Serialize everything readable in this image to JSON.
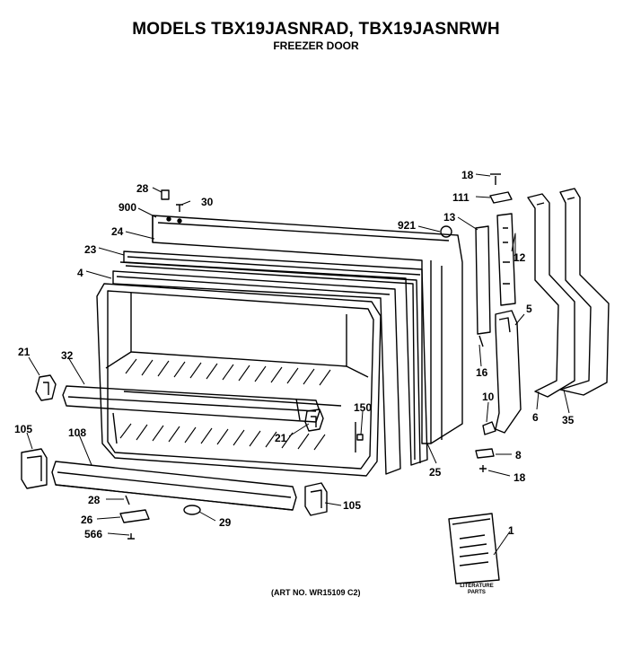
{
  "header": {
    "title": "MODELS TBX19JASNRAD, TBX19JASNRWH",
    "subtitle": "FREEZER DOOR"
  },
  "footer": {
    "art_no": "(ART NO. WR15109 C2)",
    "literature_line1": "LITERATURE",
    "literature_line2": "PARTS"
  },
  "callouts": [
    {
      "id": "c-18-top",
      "label": "18"
    },
    {
      "id": "c-111",
      "label": "111"
    },
    {
      "id": "c-28-top",
      "label": "28"
    },
    {
      "id": "c-30",
      "label": "30"
    },
    {
      "id": "c-900",
      "label": "900"
    },
    {
      "id": "c-921",
      "label": "921"
    },
    {
      "id": "c-13",
      "label": "13"
    },
    {
      "id": "c-24",
      "label": "24"
    },
    {
      "id": "c-12",
      "label": "12"
    },
    {
      "id": "c-23",
      "label": "23"
    },
    {
      "id": "c-4",
      "label": "4"
    },
    {
      "id": "c-5",
      "label": "5"
    },
    {
      "id": "c-21-left",
      "label": "21"
    },
    {
      "id": "c-32",
      "label": "32"
    },
    {
      "id": "c-16",
      "label": "16"
    },
    {
      "id": "c-10",
      "label": "10"
    },
    {
      "id": "c-150",
      "label": "150"
    },
    {
      "id": "c-6",
      "label": "6"
    },
    {
      "id": "c-35",
      "label": "35"
    },
    {
      "id": "c-21-mid",
      "label": "21"
    },
    {
      "id": "c-105-left",
      "label": "105"
    },
    {
      "id": "c-108",
      "label": "108"
    },
    {
      "id": "c-8",
      "label": "8"
    },
    {
      "id": "c-25",
      "label": "25"
    },
    {
      "id": "c-18-bot",
      "label": "18"
    },
    {
      "id": "c-28-bot",
      "label": "28"
    },
    {
      "id": "c-105-right",
      "label": "105"
    },
    {
      "id": "c-26",
      "label": "26"
    },
    {
      "id": "c-29",
      "label": "29"
    },
    {
      "id": "c-566",
      "label": "566"
    },
    {
      "id": "c-1",
      "label": "1"
    }
  ]
}
